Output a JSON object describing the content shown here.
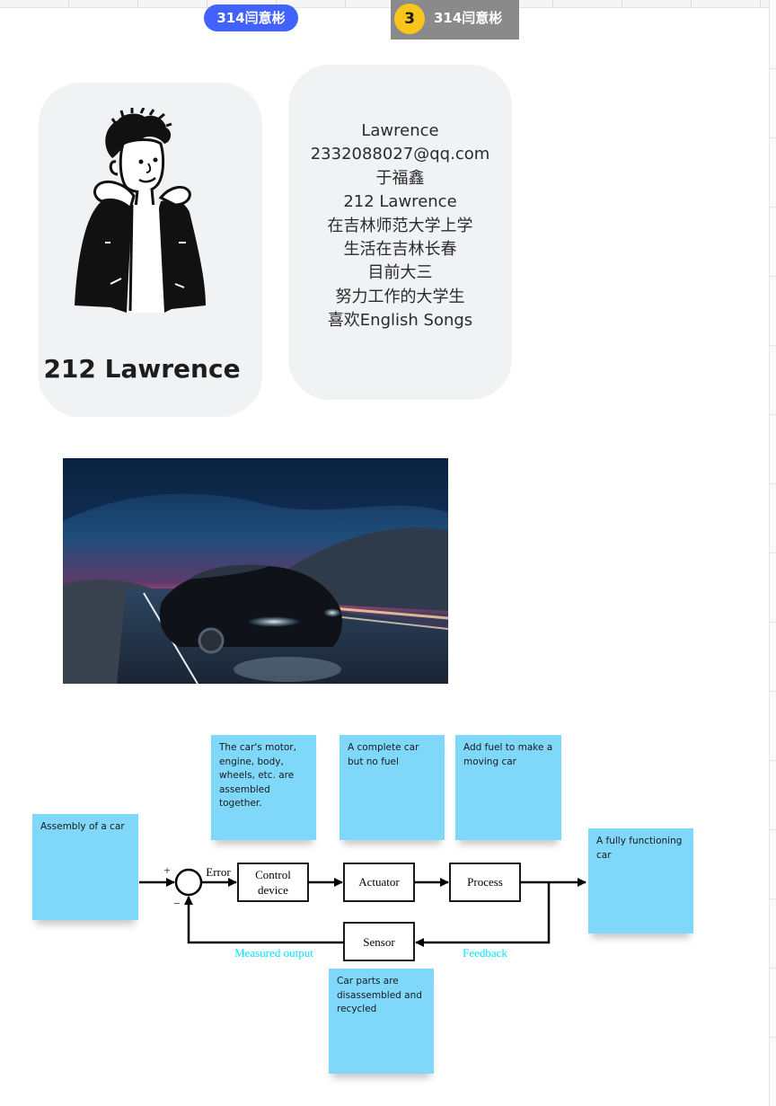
{
  "collaborators": {
    "self_name": "314闫意彬",
    "other_count": "3",
    "other_name": "314闫意彬"
  },
  "profile": {
    "title": "212 Lawrence",
    "avatar_icon": "cartoon-person-jacket-icon"
  },
  "info": {
    "lines": [
      "Lawrence",
      "2332088027@qq.com",
      "于福鑫",
      "212 Lawrence",
      "在吉林师范大学上学",
      "生活在吉林长春",
      "目前大三",
      "努力工作的大学生",
      "喜欢English Songs"
    ]
  },
  "photo": {
    "subject": "car-night-road-photo"
  },
  "diagram": {
    "plus_sign": "+",
    "minus_sign": "−",
    "error_label": "Error",
    "control_line1": "Control",
    "control_line2": "device",
    "actuator": "Actuator",
    "process": "Process",
    "sensor": "Sensor",
    "measured_output": "Measured output",
    "feedback": "Feedback"
  },
  "stickies": {
    "assembly": "Assembly of a car",
    "parts": "The car's motor, engine, body, wheels, etc. are assembled together.",
    "no_fuel": "A complete car but no fuel",
    "add_fuel": "Add fuel to make a moving car",
    "functioning": "A fully functioning car",
    "recycled": "Car parts are disassembled and recycled"
  },
  "colors": {
    "accent_blue": "#4262ff",
    "badge_yellow": "#f8c51c",
    "sticky": "#7fd8f9",
    "card_bg": "#f1f2f4",
    "feedback_label": "#00e5ff"
  }
}
